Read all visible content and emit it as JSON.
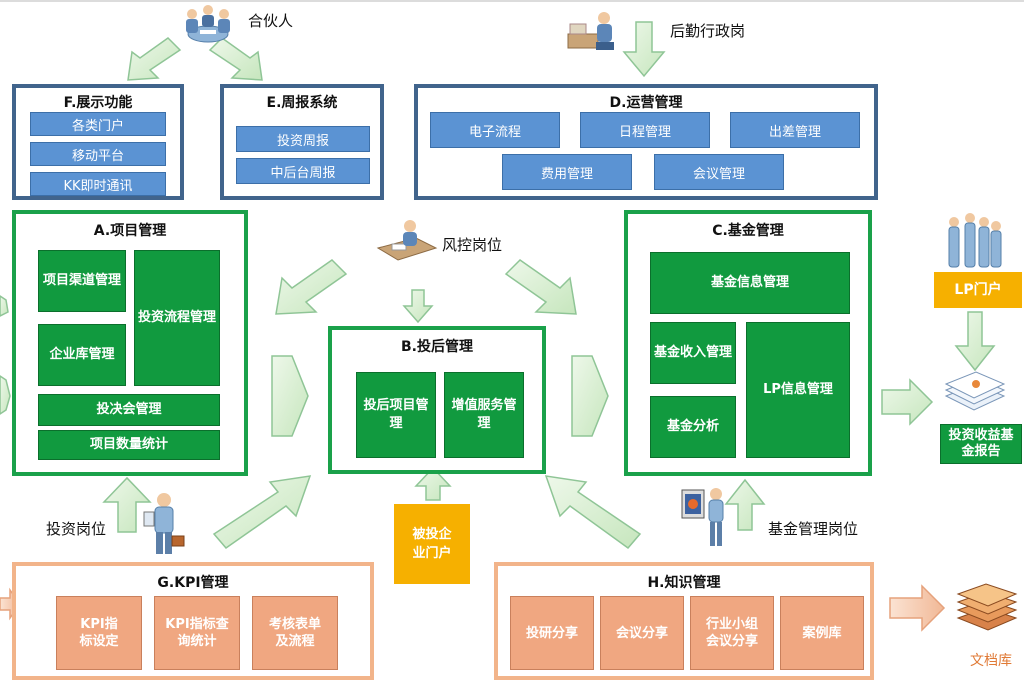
{
  "roles": {
    "partner": "合伙人",
    "admin": "后勤行政岗",
    "risk": "风控岗位",
    "investment": "投资岗位",
    "fund_manager": "基金管理岗位"
  },
  "modules": {
    "F": {
      "title": "F.展示功能",
      "items": [
        "各类门户",
        "移动平台",
        "KK即时通讯"
      ]
    },
    "E": {
      "title": "E.周报系统",
      "items": [
        "投资周报",
        "中后台周报"
      ]
    },
    "D": {
      "title": "D.运营管理",
      "items": [
        "电子流程",
        "日程管理",
        "出差管理",
        "费用管理",
        "会议管理"
      ]
    },
    "A": {
      "title": "A.项目管理",
      "items": [
        "项目渠道管理",
        "投资流程管理",
        "企业库管理",
        "投决会管理",
        "项目数量统计"
      ]
    },
    "B": {
      "title": "B.投后管理",
      "items": [
        "投后项目管理",
        "增值服务管理"
      ]
    },
    "C": {
      "title": "C.基金管理",
      "items": [
        "基金信息管理",
        "基金收入管理",
        "LP信息管理",
        "基金分析"
      ]
    },
    "G": {
      "title": "G.KPI管理",
      "items": [
        "KPI指标设定",
        "KPI指标查询统计",
        "考核表单及流程"
      ]
    },
    "H": {
      "title": "H.知识管理",
      "items": [
        "投研分享",
        "会议分享",
        "行业小组会议分享",
        "案例库"
      ]
    }
  },
  "portals": {
    "lp": "LP门户",
    "investee": "被投企业门户",
    "report": "投资收益基金报告",
    "docs": "文档库"
  },
  "colors": {
    "blue_frame": "#41648c",
    "blue_button": "#5b93d3",
    "green_frame": "#1aa14a",
    "green_button": "#119a3f",
    "orange_frame": "#f2b48a",
    "orange_button": "#f0a781",
    "yellow": "#f6b000",
    "arrow_fill": "#d6ecd0",
    "arrow_stroke": "#7fc08a"
  },
  "icons": [
    "meeting-people-icon",
    "office-worker-icon",
    "desk-worker-icon",
    "standing-person-icon",
    "presenter-icon",
    "group-people-icon",
    "document-stack-icon",
    "book-stack-icon"
  ]
}
